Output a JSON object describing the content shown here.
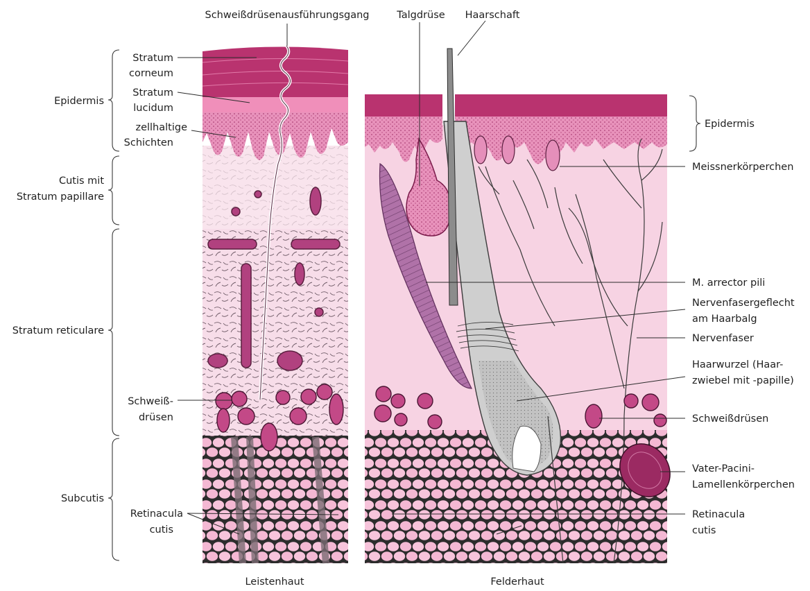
{
  "top_labels": {
    "duct": "Schweißdrüsenausführungsgang",
    "sebaceous": "Talgdrüse",
    "shaft": "Haarschaft"
  },
  "left_layers": {
    "corneum": [
      "Stratum",
      "corneum"
    ],
    "lucidum": [
      "Stratum",
      "lucidum"
    ],
    "cellular": [
      "zellhaltige",
      "Schichten"
    ],
    "sweat": [
      "Schweiß-",
      "drüsen"
    ],
    "retinacula": [
      "Retinacula",
      "cutis"
    ]
  },
  "left_braces": {
    "epidermis": "Epidermis",
    "cutis": [
      "Cutis mit",
      "Stratum papillare"
    ],
    "reticulare": "Stratum reticulare",
    "subcutis": "Subcutis"
  },
  "right_labels": {
    "epidermis": "Epidermis",
    "meissner": "Meissnerkörperchen",
    "arrector": "M. arrector pili",
    "plexus": [
      "Nervenfasergeflecht",
      "am Haarbalg"
    ],
    "nerve": "Nervenfaser",
    "root": [
      "Haarwurzel (Haar-",
      "zwiebel mit -papille)"
    ],
    "sweat": "Schweißdrüsen",
    "pacini": [
      "Vater-Pacini-",
      "Lamellenkörperchen"
    ],
    "retinacula": [
      "Retinacula",
      "cutis"
    ]
  },
  "captions": {
    "left": "Leistenhaut",
    "right": "Felderhaut"
  },
  "colors": {
    "epidermis_dark": "#b0306e",
    "epidermis_light": "#e78fb7",
    "dermis": "#f7d9e6",
    "fat_cell": "#f4b8d3",
    "muscle": "#a05c9a",
    "hair_root": "#bcbcbc"
  }
}
